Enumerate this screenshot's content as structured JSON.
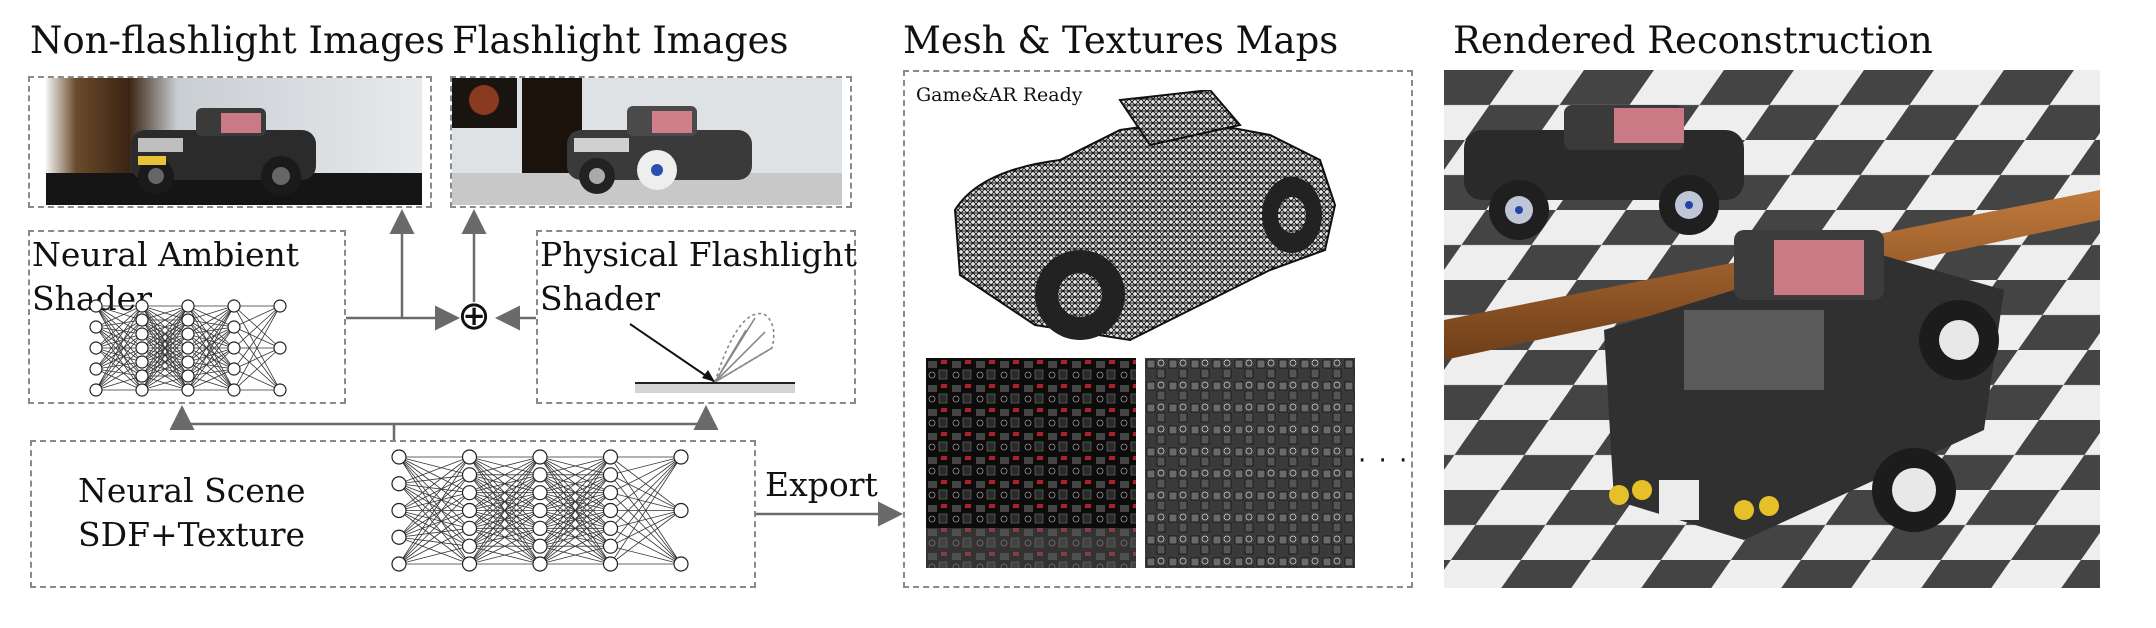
{
  "sections": {
    "non_flashlight_title": "Non-flashlight Images",
    "flashlight_title": "Flashlight Images",
    "mesh_title": "Mesh & Textures Maps",
    "rendered_title": "Rendered Reconstruction"
  },
  "shaders": {
    "ambient_line1": "Neural Ambient",
    "ambient_line2": "Shader",
    "flashlight_line1": "Physical Flashlight",
    "flashlight_line2": "Shader"
  },
  "scene": {
    "line1": "Neural Scene",
    "line2": "SDF+Texture"
  },
  "export_label": "Export",
  "mesh_tag": "Game&AR Ready",
  "ellipsis": "· · ·",
  "combine_symbol": "⊕",
  "colors": {
    "box_border": "#8a8a8a",
    "arrow": "#6a6a6a",
    "car_body": "#2a2a2a",
    "interior": "#c97a85",
    "floor_light": "#e9e9e9",
    "floor_dark": "#2d2d2d",
    "wood": "#9a5a2c"
  }
}
